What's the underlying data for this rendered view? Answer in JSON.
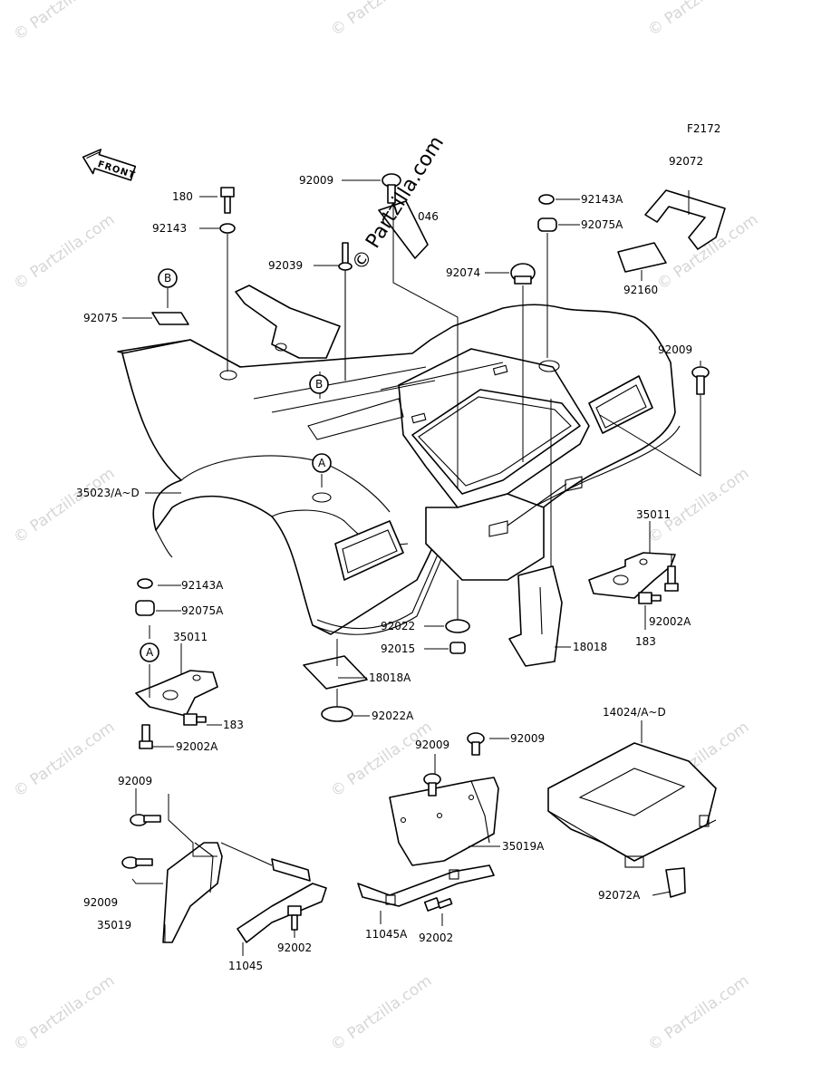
{
  "figure_code": "F2172",
  "front_label": "FRONT",
  "center_watermark": "© Partzilla.com",
  "watermark_text": "© Partzilla.com",
  "ref_marks": [
    {
      "id": "B-left",
      "letter": "B"
    },
    {
      "id": "B-center",
      "letter": "B"
    },
    {
      "id": "A-center",
      "letter": "A"
    },
    {
      "id": "A-left",
      "letter": "A"
    }
  ],
  "callouts": [
    {
      "id": "c180",
      "label": "180"
    },
    {
      "id": "c92143",
      "label": "92143"
    },
    {
      "id": "c92075",
      "label": "92075"
    },
    {
      "id": "c92009a",
      "label": "92009"
    },
    {
      "id": "c046",
      "label": "046"
    },
    {
      "id": "c92039",
      "label": "92039"
    },
    {
      "id": "c92143A1",
      "label": "92143A"
    },
    {
      "id": "c92075A1",
      "label": "92075A"
    },
    {
      "id": "c92074",
      "label": "92074"
    },
    {
      "id": "c92072",
      "label": "92072"
    },
    {
      "id": "c92160",
      "label": "92160"
    },
    {
      "id": "c92009b",
      "label": "92009"
    },
    {
      "id": "c35023",
      "label": "35023/A~D"
    },
    {
      "id": "c35011r",
      "label": "35011"
    },
    {
      "id": "c92002Ar",
      "label": "92002A"
    },
    {
      "id": "c183r",
      "label": "183"
    },
    {
      "id": "c18018",
      "label": "18018"
    },
    {
      "id": "c92022",
      "label": "92022"
    },
    {
      "id": "c92015",
      "label": "92015"
    },
    {
      "id": "c92143A2",
      "label": "92143A"
    },
    {
      "id": "c92075A2",
      "label": "92075A"
    },
    {
      "id": "c35011l",
      "label": "35011"
    },
    {
      "id": "c18018A",
      "label": "18018A"
    },
    {
      "id": "c183l",
      "label": "183"
    },
    {
      "id": "c92002Al",
      "label": "92002A"
    },
    {
      "id": "c92022A",
      "label": "92022A"
    },
    {
      "id": "c14024",
      "label": "14024/A~D"
    },
    {
      "id": "c92009c",
      "label": "92009"
    },
    {
      "id": "c92009d",
      "label": "92009"
    },
    {
      "id": "c35019A",
      "label": "35019A"
    },
    {
      "id": "c92009e",
      "label": "92009"
    },
    {
      "id": "c92009f",
      "label": "92009"
    },
    {
      "id": "c35019",
      "label": "35019"
    },
    {
      "id": "c11045",
      "label": "11045"
    },
    {
      "id": "c92002a",
      "label": "92002"
    },
    {
      "id": "c11045A",
      "label": "11045A"
    },
    {
      "id": "c92002b",
      "label": "92002"
    },
    {
      "id": "c92072A",
      "label": "92072A"
    }
  ]
}
